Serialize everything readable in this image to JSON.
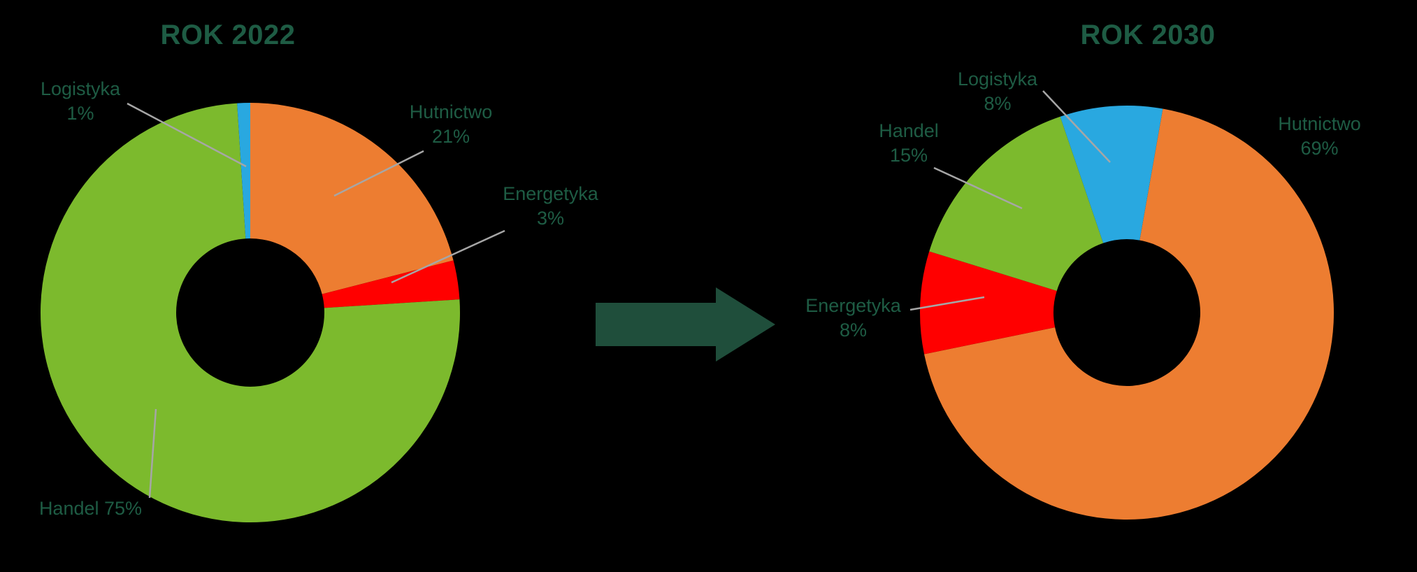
{
  "colors": {
    "background": "#000000",
    "heading": "#1E5C44",
    "label": "#1E5C44",
    "leader_line": "#A6A6A6",
    "arrow": "#1F4E3B",
    "donut_hole": "#000000"
  },
  "chart_data": [
    {
      "type": "pie",
      "subtype": "donut",
      "title": "ROK 2022",
      "unit": "%",
      "categories": [
        "Hutnictwo",
        "Energetyka",
        "Handel",
        "Logistyka"
      ],
      "values": [
        21,
        3,
        75,
        1
      ],
      "colors": [
        "#ED7D31",
        "#FF0000",
        "#7CBA2D",
        "#29A8E0"
      ],
      "start_angle_deg": 0,
      "clockwise": true,
      "legend": "none",
      "callouts": [
        {
          "line1": "Logistyka",
          "line2": "1%"
        },
        {
          "line1": "Hutnictwo",
          "line2": "21%"
        },
        {
          "line1": "Energetyka",
          "line2": "3%"
        },
        {
          "line1": "Handel 75%",
          "line2": ""
        }
      ]
    },
    {
      "type": "pie",
      "subtype": "donut",
      "title": "ROK 2030",
      "unit": "%",
      "categories": [
        "Hutnictwo",
        "Energetyka",
        "Handel",
        "Logistyka"
      ],
      "values": [
        69,
        8,
        15,
        8
      ],
      "colors": [
        "#ED7D31",
        "#FF0000",
        "#7CBA2D",
        "#29A8E0"
      ],
      "start_angle_deg": 10,
      "clockwise": true,
      "legend": "none",
      "callouts": [
        {
          "line1": "Logistyka",
          "line2": "8%"
        },
        {
          "line1": "Handel",
          "line2": "15%"
        },
        {
          "line1": "Hutnictwo",
          "line2": "69%"
        },
        {
          "line1": "Energetyka",
          "line2": "8%"
        }
      ]
    }
  ]
}
